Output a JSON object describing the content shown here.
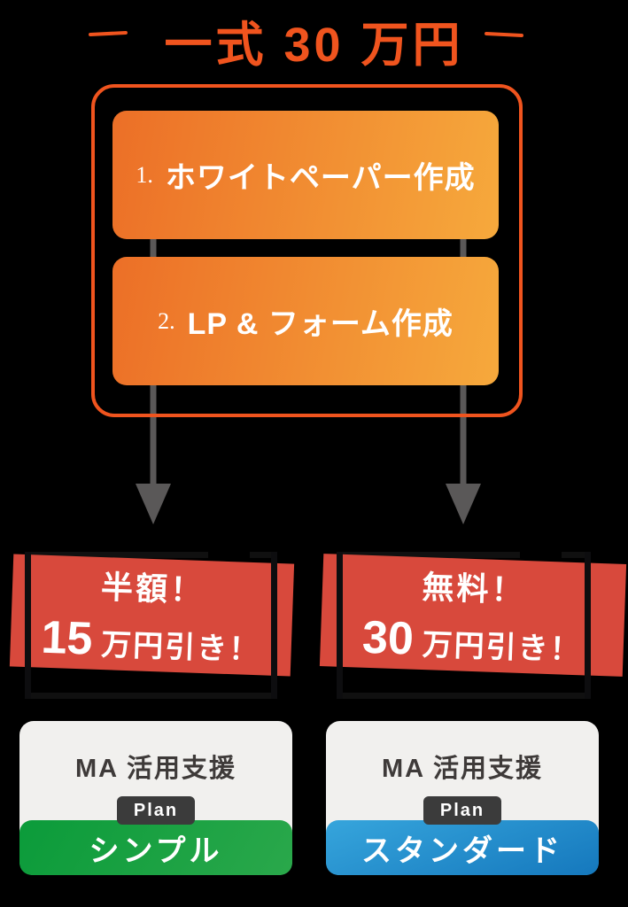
{
  "title": {
    "text": "一式 30 万円"
  },
  "package": {
    "steps": [
      {
        "number": "1.",
        "label": "ホワイトペーパー作成"
      },
      {
        "number": "2.",
        "label": "LP & フォーム作成"
      }
    ]
  },
  "banners": [
    {
      "line1": "半額！",
      "amount": "15",
      "suffix": "万円引き！"
    },
    {
      "line1": "無料！",
      "amount": "30",
      "suffix": "万円引き！"
    }
  ],
  "plans": [
    {
      "service": "MA 活用支援",
      "badge": "Plan",
      "name": "シンプル"
    },
    {
      "service": "MA 活用支援",
      "badge": "Plan",
      "name": "スタンダード"
    }
  ],
  "colors": {
    "accent_orange": "#F0541E",
    "box_gradient_start": "#EC6F27",
    "box_gradient_end": "#F6A93C",
    "banner_red": "#D8493C",
    "frame_black": "#101010",
    "arrow_gray": "#5A5858",
    "plan_green_start": "#0B9B3A",
    "plan_green_end": "#2AA84B",
    "plan_blue_start": "#36A5DC",
    "plan_blue_end": "#1578BD",
    "card_bg": "#F1F0EE",
    "badge_bg": "#3B3B3B",
    "card_text": "#3E3A39"
  }
}
